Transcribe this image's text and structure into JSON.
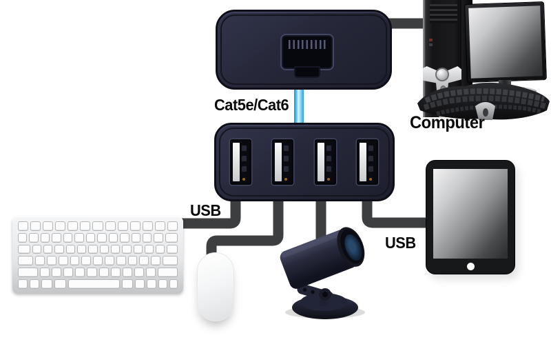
{
  "diagram": {
    "background_color": "#ffffff",
    "labels": {
      "cable_type": "Cat5e/Cat6",
      "usb_left": "USB",
      "usb_right": "USB",
      "computer": "Computer"
    },
    "colors": {
      "unit_body": "#262839",
      "unit_border": "#0d0e18",
      "black_cable": "#3d3e40",
      "blue_cable_edge": "#2a9fd6",
      "blue_cable_center": "#def5fd",
      "label_text": "#0a0a0a"
    },
    "units": {
      "transmitter": {
        "kind": "extender-local-unit",
        "port": "rj45"
      },
      "receiver": {
        "kind": "extender-remote-unit",
        "usb_port_count": 4
      }
    },
    "devices": [
      "computer",
      "keyboard",
      "mouse",
      "camera",
      "tablet"
    ],
    "connections": [
      {
        "from": "computer",
        "to": "transmitter",
        "cable": "black"
      },
      {
        "from": "transmitter",
        "to": "receiver",
        "cable": "blue",
        "label": "Cat5e/Cat6"
      },
      {
        "from": "receiver",
        "to": "keyboard",
        "cable": "black",
        "label": "USB"
      },
      {
        "from": "receiver",
        "to": "mouse",
        "cable": "black"
      },
      {
        "from": "receiver",
        "to": "camera",
        "cable": "black"
      },
      {
        "from": "receiver",
        "to": "tablet",
        "cable": "black",
        "label": "USB"
      }
    ]
  }
}
